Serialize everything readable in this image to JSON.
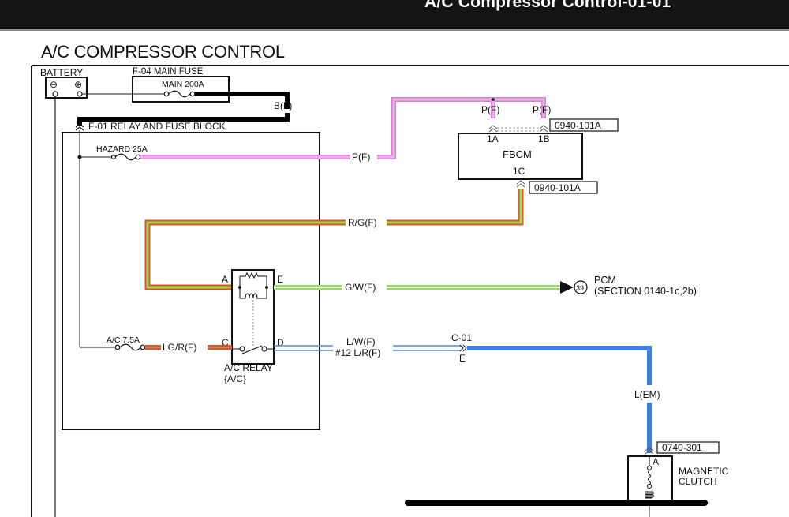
{
  "header": {
    "title": "A/C Compressor Control-01-01"
  },
  "page": {
    "title": "A/C COMPRESSOR CONTROL"
  },
  "wire_colors": {
    "pink": "#e9a3e3",
    "red": "#e0512d",
    "green": "#9bdc4a",
    "light_green": "#a7f07a",
    "blue": "#3e82e6",
    "light_blue": "#4d8fe0",
    "black": "#000000"
  },
  "components": {
    "battery": {
      "label": "BATTERY",
      "neg": "⊖",
      "pos": "⊕"
    },
    "main_fuse": {
      "label": "F-04  MAIN FUSE",
      "fuse": "MAIN 200A"
    },
    "relay_block": {
      "label": "F-01  RELAY AND FUSE BLOCK"
    },
    "hazard_fuse": {
      "label": "HAZARD 25A"
    },
    "ac_fuse": {
      "label": "A/C 7.5A"
    },
    "fbcm": {
      "label": "FBCM",
      "pin_1a": "1A",
      "pin_1b": "1B",
      "pin_1c": "1C",
      "connector_top": "0940-101A",
      "connector_bottom": "0940-101A"
    },
    "ac_relay": {
      "label": "A/C RELAY",
      "sub": "{A/C}",
      "pin_a": "A",
      "pin_e": "E",
      "pin_c": "C",
      "pin_d": "D"
    },
    "pcm": {
      "number": "39",
      "label": "PCM",
      "section": "(SECTION 0140-1c,2b)"
    },
    "connector_c01": {
      "label": "C-01",
      "pin": "E"
    },
    "magnetic_clutch": {
      "connector": "0740-301",
      "pin": "A",
      "label_line1": "MAGNETIC",
      "label_line2": "CLUTCH"
    }
  },
  "wires": {
    "bf": "B(F)",
    "pf_main": "P(F)",
    "pf_1a": "P(F)",
    "pf_1b": "P(F)",
    "rg": "R/G(F)",
    "gw": "G/W(F)",
    "lgr": "LG/R(F)",
    "lw": "L/W(F)",
    "l12": "#12 L/R(F)",
    "lem": "L(EM)"
  }
}
